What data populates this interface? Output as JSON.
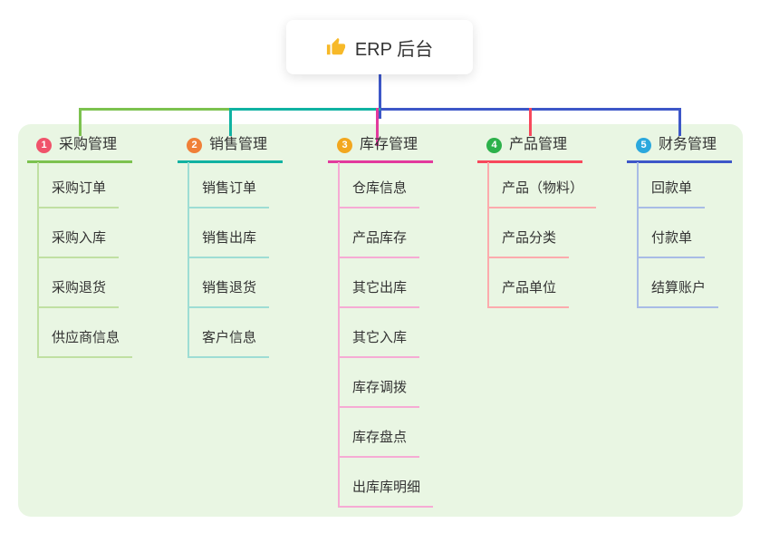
{
  "root": {
    "title": "ERP 后台",
    "icon": "thumbs-up-icon",
    "icon_color": "#f7b928"
  },
  "colors": {
    "canvas_bg": "#ffffff",
    "panel_bg": "#e9f6e3",
    "root_connector": "#3d57c8",
    "text": "#333333"
  },
  "branches": [
    {
      "index": "1",
      "title": "采购管理",
      "badge_color": "#f0536b",
      "line_color": "#7cc24f",
      "child_line_color": "#c0e0a2",
      "children": [
        "采购订单",
        "采购入库",
        "采购退货",
        "供应商信息"
      ]
    },
    {
      "index": "2",
      "title": "销售管理",
      "badge_color": "#f08038",
      "line_color": "#10b2a2",
      "child_line_color": "#9eddd4",
      "children": [
        "销售订单",
        "销售出库",
        "销售退货",
        "客户信息"
      ]
    },
    {
      "index": "3",
      "title": "库存管理",
      "badge_color": "#f2a71f",
      "line_color": "#e23a9d",
      "child_line_color": "#f6abd4",
      "children": [
        "仓库信息",
        "产品库存",
        "其它出库",
        "其它入库",
        "库存调拨",
        "库存盘点",
        "出库库明细"
      ]
    },
    {
      "index": "4",
      "title": "产品管理",
      "badge_color": "#2db14b",
      "line_color": "#f7485c",
      "child_line_color": "#fcabad",
      "children": [
        "产品（物料）",
        "产品分类",
        "产品单位"
      ]
    },
    {
      "index": "5",
      "title": "财务管理",
      "badge_color": "#2ba8dd",
      "line_color": "#3d57c8",
      "child_line_color": "#a8bce6",
      "children": [
        "回款单",
        "付款单",
        "结算账户"
      ]
    }
  ]
}
